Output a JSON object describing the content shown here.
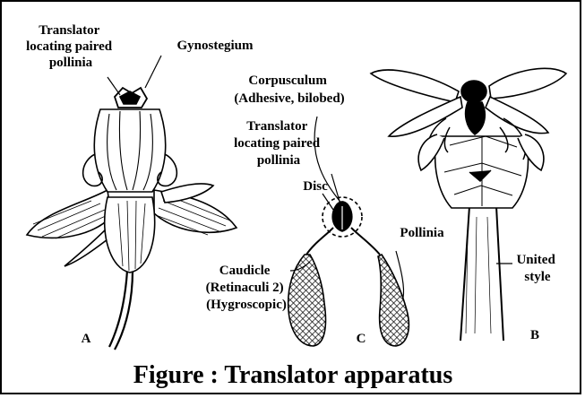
{
  "labels": {
    "translator_a": [
      "Translator",
      "locating paired",
      "pollinia"
    ],
    "gynostegium": "Gynostegium",
    "corpusculum": [
      "Corpusculum",
      "(Adhesive, bilobed)"
    ],
    "translator_c": [
      "Translator",
      "locating paired",
      "pollinia"
    ],
    "disc": "Disc",
    "pollinia": "Pollinia",
    "caudicle": [
      "Caudicle",
      "(Retinaculi 2)",
      "(Hygroscopic)"
    ],
    "united_style": [
      "United",
      "style"
    ],
    "panel_a": "A",
    "panel_b": "B",
    "panel_c": "C"
  },
  "caption": "Figure : Translator apparatus"
}
